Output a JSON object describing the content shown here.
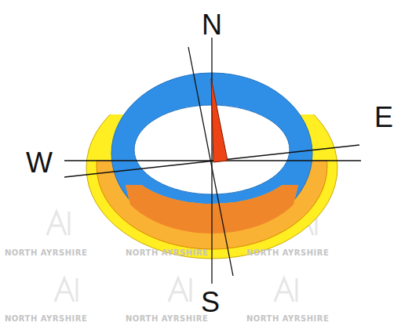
{
  "diagram": {
    "labels": [
      "N",
      "E",
      "S",
      "W",
      "NORTH AYRSHIRE",
      "NORTH AYRSHIRE",
      "NORTH AYRSHIRE",
      "NORTH AYRSHIRE",
      "NORTH AYRSHIRE",
      "NORTH AYRSHIRE"
    ]
  }
}
